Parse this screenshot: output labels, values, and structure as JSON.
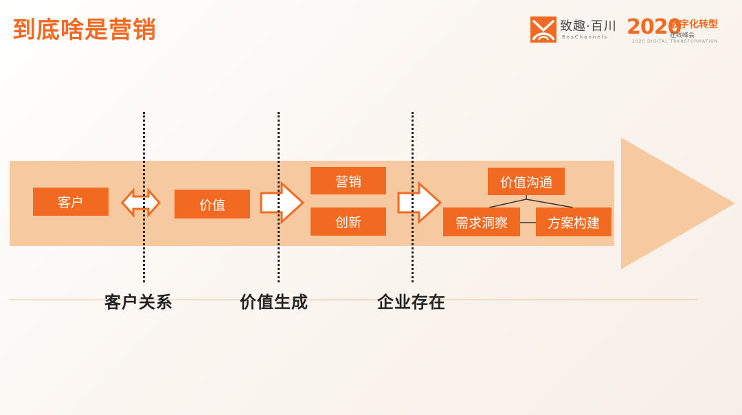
{
  "header": {
    "title": "到底啥是营销",
    "brand_cn": "致趣·百川",
    "brand_en": "BesChannels",
    "year": "2020",
    "summit_title": "数字化转型",
    "summit_subtitle": "在线峰会",
    "summit_en": "2020 DIGITAL TRANSFORMATION"
  },
  "flow": {
    "client": "客户",
    "value": "价值",
    "marketing": "营销",
    "innovation": "创新",
    "value_communication": "价值沟通",
    "needs_insight": "需求洞察",
    "solution_building": "方案构建"
  },
  "stages": [
    "客户关系",
    "价值生成",
    "企业存在"
  ],
  "colors": {
    "accent": "#f26a21",
    "band": "#f6c9a0",
    "line": "#f4b27a"
  }
}
